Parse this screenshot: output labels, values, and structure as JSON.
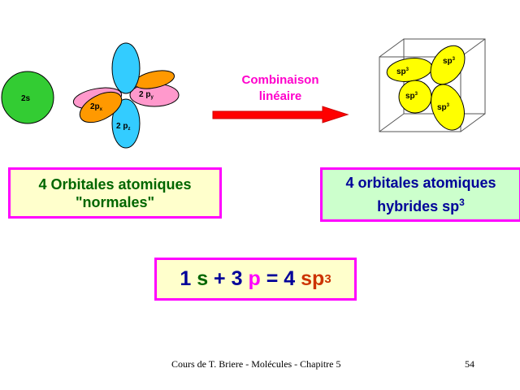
{
  "left_diagram": {
    "s_label": "2s",
    "p_labels": [
      {
        "main": "2 p",
        "sub": "y"
      },
      {
        "main": "2p",
        "sub": "x"
      },
      {
        "main": "2 p",
        "sub": "z"
      }
    ]
  },
  "arrow_label": [
    "Combinaison",
    "linéaire"
  ],
  "right_diagram": {
    "labels": [
      {
        "main": "sp",
        "sup": "3"
      },
      {
        "main": "sp",
        "sup": "3"
      },
      {
        "main": "sp",
        "sup": "3"
      },
      {
        "main": "sp",
        "sup": "3"
      }
    ]
  },
  "box_left": {
    "line1": "4 Orbitales atomiques",
    "line2": "\"normales\""
  },
  "box_right": {
    "line1": "4 orbitales atomiques",
    "line2_main": "hybrides sp",
    "line2_sup": "3"
  },
  "equation": {
    "n1": "1",
    "s": "s",
    "plus": "+",
    "n3": "3",
    "p": "p",
    "eq": "=",
    "n4": "4",
    "sp": "sp",
    "sup": "3"
  },
  "footer": {
    "text": "Cours de T. Briere - Molécules - Chapitre 5",
    "page": "54"
  },
  "colors": {
    "s_orbital": "#33cc33",
    "p_y": "#ff99cc",
    "p_x": "#ff9900",
    "p_z": "#33ccff",
    "arrow": "#ff0000",
    "sp3": "#ffff00",
    "border": "#ff00ff",
    "text_green": "#006600",
    "text_blue": "#000099",
    "text_magenta": "#ff00cc",
    "text_orange": "#cc3300"
  }
}
